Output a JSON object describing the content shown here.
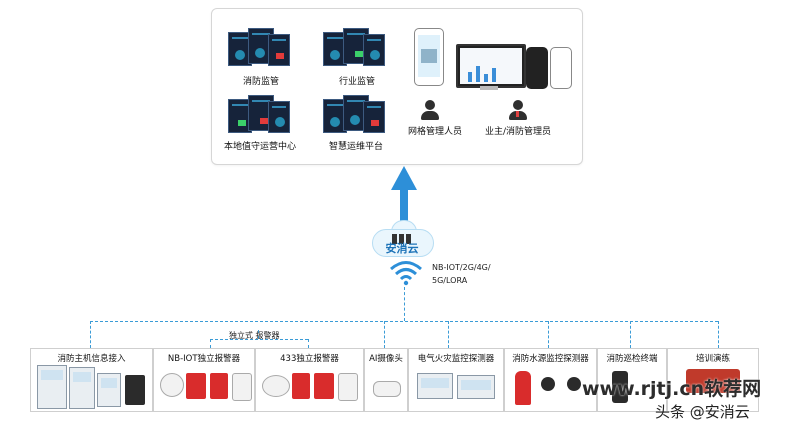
{
  "top": {
    "items": [
      {
        "label": "消防监管"
      },
      {
        "label": "行业监管"
      },
      {
        "label": "本地值守运营中心"
      },
      {
        "label": "智慧运维平台"
      },
      {
        "label": "网格管理人员"
      },
      {
        "label": "业主/消防管理员"
      }
    ]
  },
  "cloud": {
    "label": "安消云"
  },
  "network": {
    "line1": "NB-IOT/2G/4G/",
    "line2": "5G/LORA"
  },
  "sub_label": "独立式 报警器",
  "devices": [
    {
      "label": "消防主机信息接入"
    },
    {
      "label": "NB-IOT独立报警器"
    },
    {
      "label": "433独立报警器"
    },
    {
      "label": "AI摄像头"
    },
    {
      "label": "电气火灾监控探测器"
    },
    {
      "label": "消防水源监控探测器"
    },
    {
      "label": "消防巡检终端"
    },
    {
      "label": "培训演练"
    }
  ],
  "watermarks": {
    "line1": "www.rjtj.cn软荐网",
    "line2": "头条 @安消云"
  },
  "colors": {
    "accent": "#2d8fd8",
    "dashed": "#3a9bd6"
  }
}
